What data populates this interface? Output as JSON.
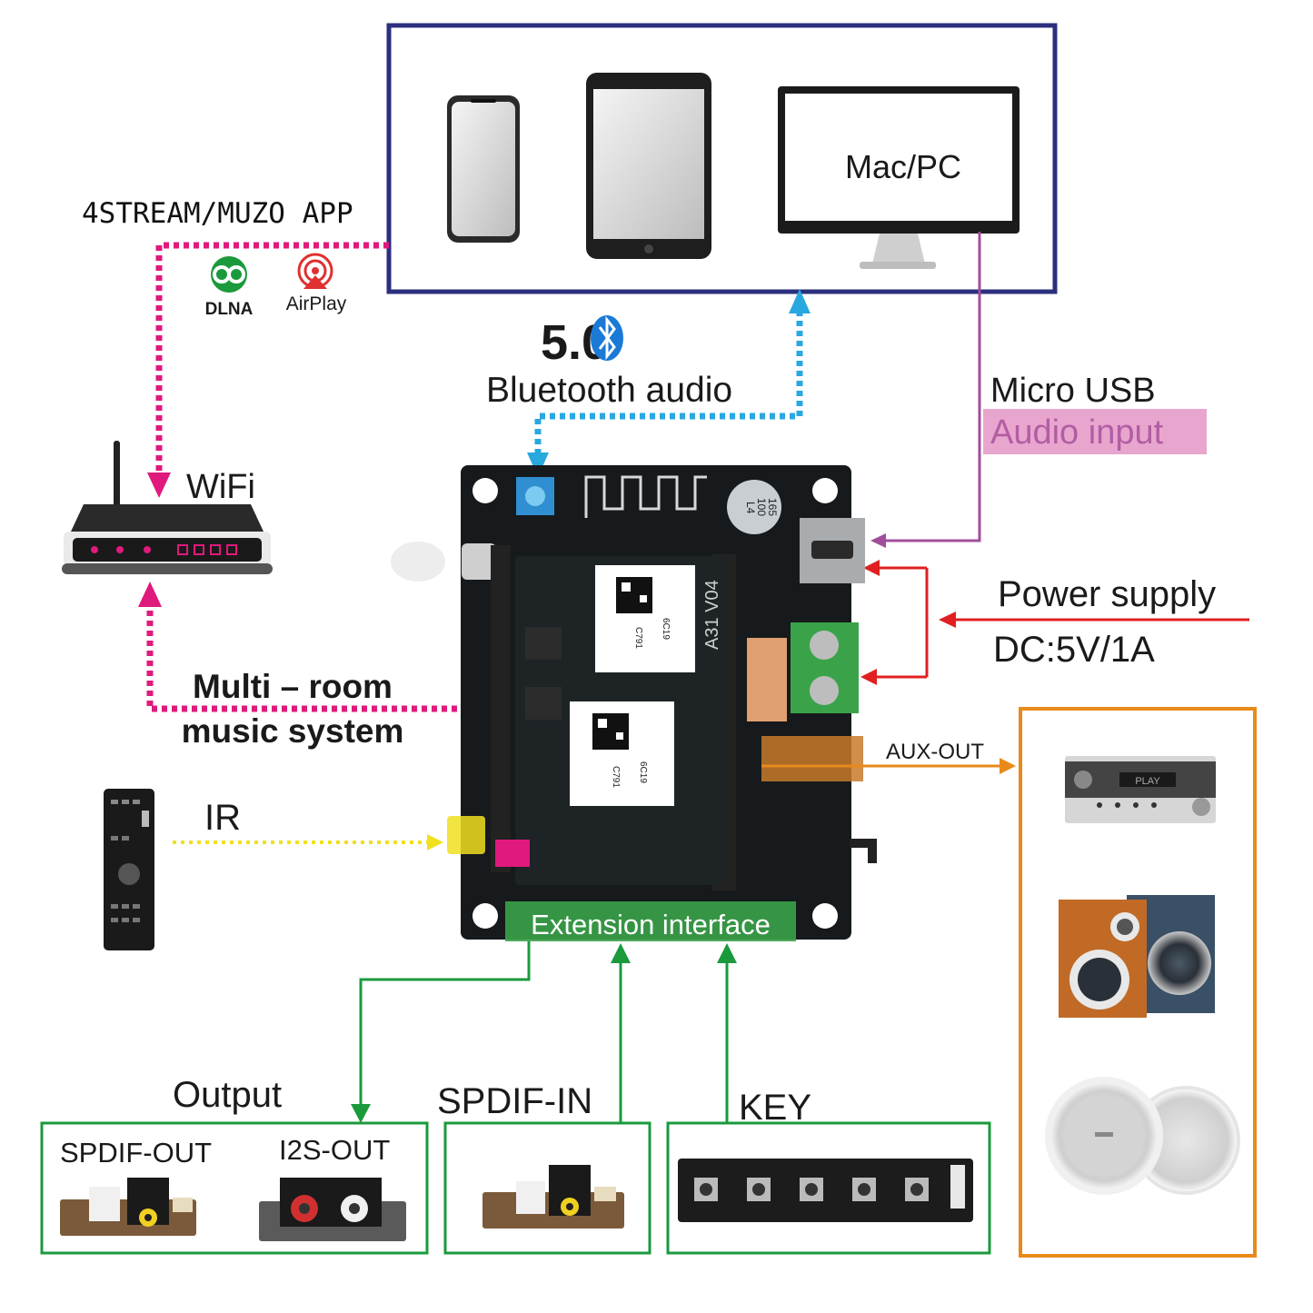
{
  "labels": {
    "app": "4STREAM/MUZO APP",
    "dlna": "DLNA",
    "airplay": "AirPlay",
    "bt_version": "5.0",
    "bt_audio": "Bluetooth audio",
    "mac_pc": "Mac/PC",
    "micro_usb": "Micro USB",
    "audio_input": "Audio input",
    "wifi": "WiFi",
    "power_supply": "Power supply",
    "dc": "DC:5V/1A",
    "multiroom_1": "Multi – room",
    "multiroom_2": "music system",
    "aux_out": "AUX-OUT",
    "ir": "IR",
    "extension": "Extension interface",
    "output": "Output",
    "spdif_out": "SPDIF-OUT",
    "i2s_out": "I2S-OUT",
    "spdif_in": "SPDIF-IN",
    "key": "KEY"
  },
  "board": {
    "module_text": "A31 V04",
    "cap_text_1": "L4",
    "cap_text_2": "100",
    "cap_text_3": "165",
    "qr_code_1": "6C19",
    "qr_code_2": "C791",
    "receiver_display": "PLAY"
  },
  "colors": {
    "wifi_line": "#e0197d",
    "bluetooth_line": "#29a8e0",
    "usb_line": "#a24d9c",
    "power_line": "#e02020",
    "aux_line": "#e88a1a",
    "extension_line": "#1a9a3c",
    "ir_line": "#f0e020",
    "source_frame": "#2b2f7e",
    "speaker_frame": "#e88a1a",
    "audio_input_bg": "#e8a6cf"
  }
}
